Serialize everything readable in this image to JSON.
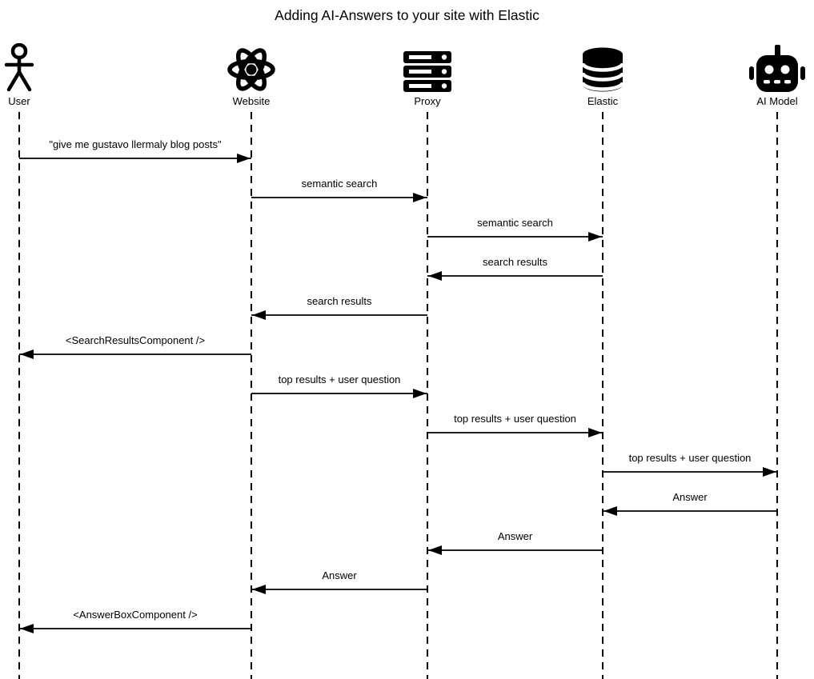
{
  "title": "Adding AI-Answers to your site with Elastic",
  "diagram": {
    "type": "sequence",
    "actors": [
      {
        "name": "User",
        "icon": "user-icon"
      },
      {
        "name": "Website",
        "icon": "react-icon"
      },
      {
        "name": "Proxy",
        "icon": "server-icon"
      },
      {
        "name": "Elastic",
        "icon": "database-icon"
      },
      {
        "name": "AI Model",
        "icon": "robot-icon"
      }
    ],
    "messages": [
      {
        "from": "User",
        "to": "Website",
        "label": "\"give me gustavo llermaly blog posts\""
      },
      {
        "from": "Website",
        "to": "Proxy",
        "label": "semantic search"
      },
      {
        "from": "Proxy",
        "to": "Elastic",
        "label": "semantic search"
      },
      {
        "from": "Elastic",
        "to": "Proxy",
        "label": "search results"
      },
      {
        "from": "Proxy",
        "to": "Website",
        "label": "search results"
      },
      {
        "from": "Website",
        "to": "User",
        "label": "<SearchResultsComponent />"
      },
      {
        "from": "Website",
        "to": "Proxy",
        "label": "top results + user question"
      },
      {
        "from": "Proxy",
        "to": "Elastic",
        "label": "top results + user question"
      },
      {
        "from": "Elastic",
        "to": "AI Model",
        "label": "top results + user question"
      },
      {
        "from": "AI Model",
        "to": "Elastic",
        "label": "Answer"
      },
      {
        "from": "Elastic",
        "to": "Proxy",
        "label": "Answer"
      },
      {
        "from": "Proxy",
        "to": "Website",
        "label": "Answer"
      },
      {
        "from": "Website",
        "to": "User",
        "label": "<AnswerBoxComponent />"
      }
    ]
  },
  "colors": {
    "foreground": "#000000",
    "background": "#ffffff"
  }
}
